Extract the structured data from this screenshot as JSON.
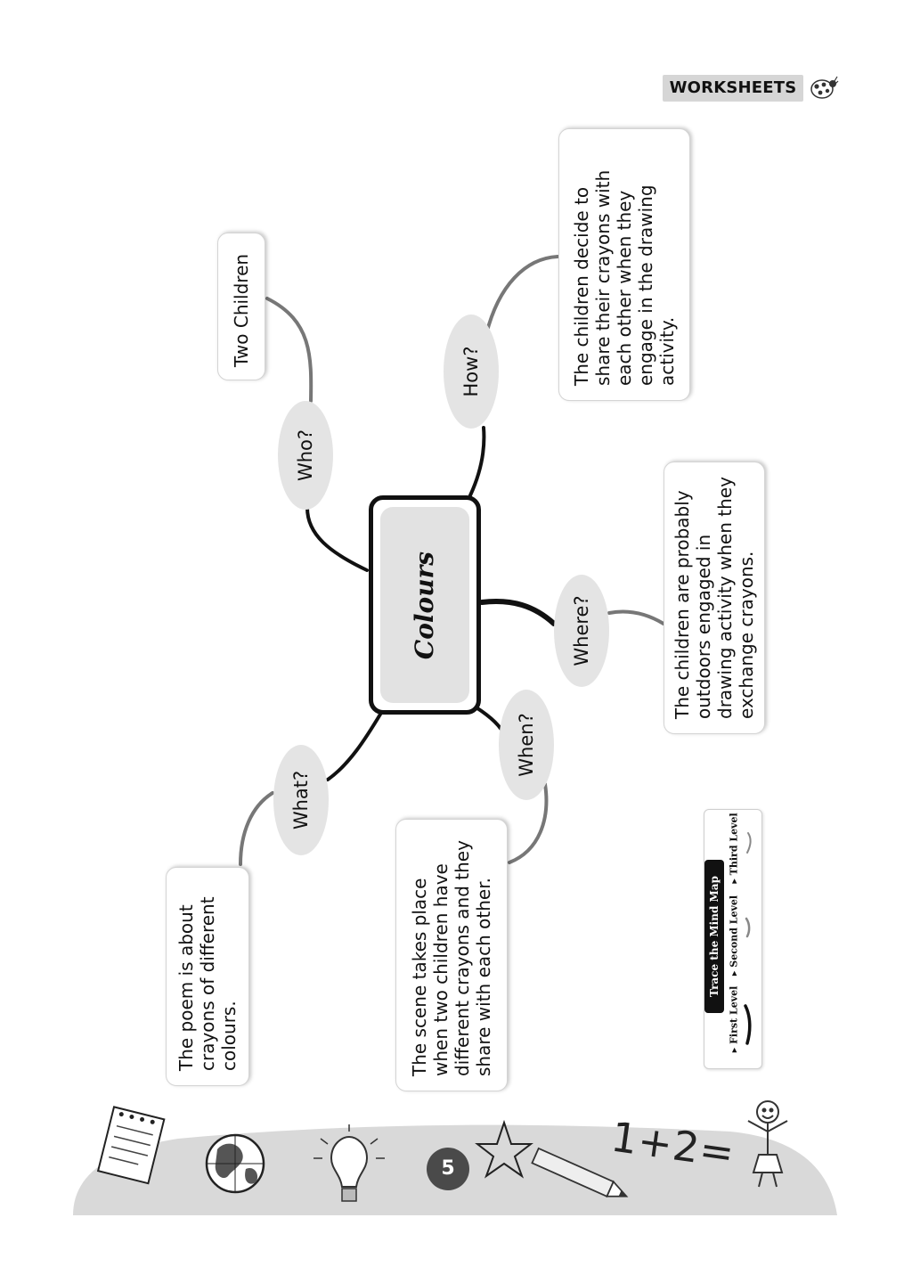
{
  "header": {
    "badge": "WORKSHEETS",
    "badge_icon": "ladybug-icon"
  },
  "mindmap": {
    "centre": "Colours",
    "branches": [
      {
        "key": "who",
        "question": "Who?",
        "answer": [
          "Two Children"
        ]
      },
      {
        "key": "how",
        "question": "How?",
        "answer": [
          "The children decide to",
          "share their crayons with",
          "each other when they",
          "engage in the drawing",
          "activity."
        ]
      },
      {
        "key": "where",
        "question": "Where?",
        "answer": [
          "The children are probably",
          "outdoors engaged in",
          "drawing activity when they",
          "exchange crayons."
        ]
      },
      {
        "key": "when",
        "question": "When?",
        "answer": [
          "The scene takes place",
          "when two children have",
          "different crayons and they",
          "share with each other."
        ]
      },
      {
        "key": "what",
        "question": "What?",
        "answer": [
          "The poem is about",
          "crayons of different",
          "colours."
        ]
      }
    ]
  },
  "trace_panel": {
    "title": "Trace the Mind Map",
    "levels": [
      "First Level",
      "Second Level",
      "Third Level"
    ]
  },
  "footer": {
    "page_number": "5",
    "math": "1+2="
  },
  "colors": {
    "line": "#111111",
    "oval": "#e4e4e4",
    "badge": "#d6d6d6",
    "ground": "#d9d9d9"
  }
}
